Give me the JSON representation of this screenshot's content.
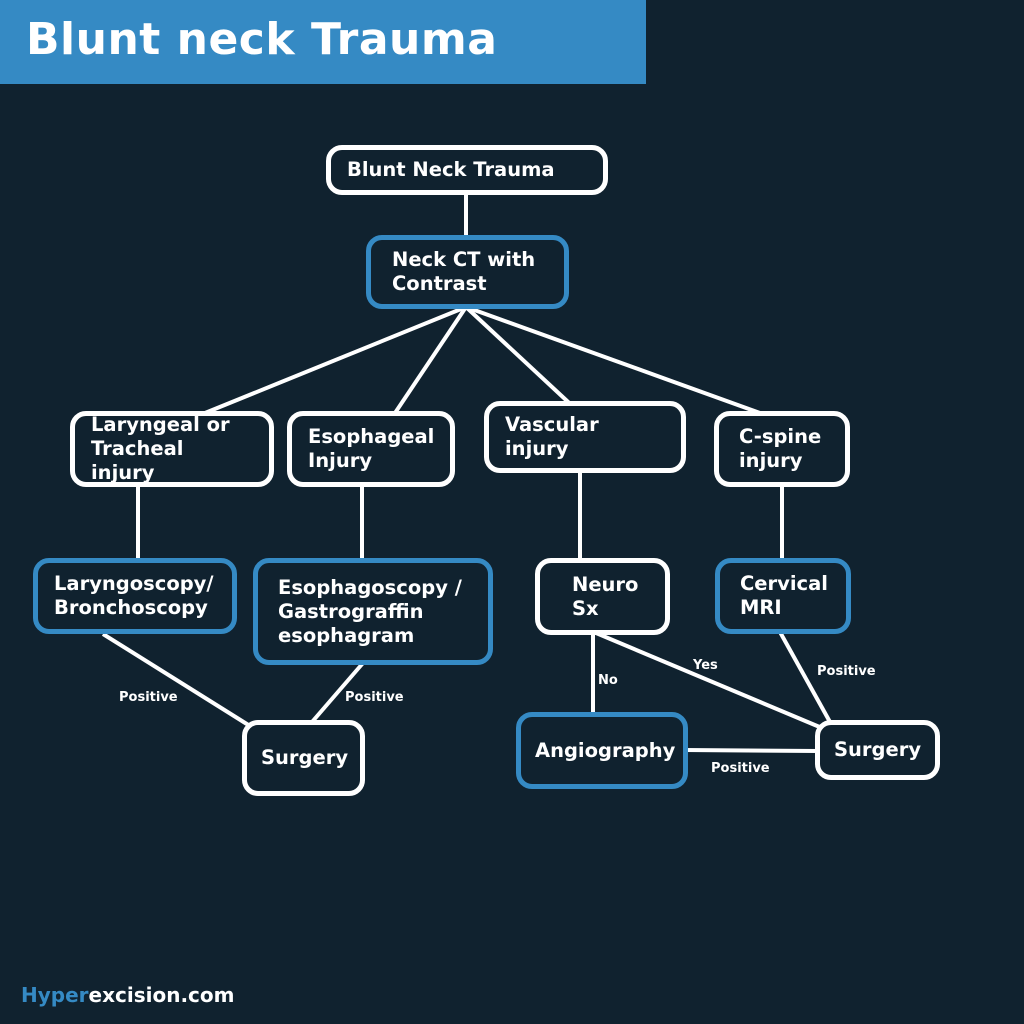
{
  "header": {
    "title": "Blunt neck Trauma"
  },
  "colors": {
    "background": "#10222f",
    "accent": "#358ac4",
    "node_border_white": "#ffffff"
  },
  "nodes": {
    "blunt_neck_trauma": "Blunt Neck Trauma",
    "neck_ct": "Neck CT with\nContrast",
    "laryngeal_tracheal": "Laryngeal or\nTracheal injury",
    "esophageal": "Esophageal\nInjury",
    "vascular": "Vascular injury",
    "cspine": "C-spine\ninjury",
    "laryngoscopy": "Laryngoscopy/\nBronchoscopy",
    "esophagoscopy": "Esophagoscopy /\nGastrograffin\n esophagram",
    "neuro_sx": "Neuro\nSx",
    "cervical_mri": "Cervical\nMRI",
    "surgery_left": "Surgery",
    "angiography": "Angiography",
    "surgery_right": "Surgery"
  },
  "edge_labels": {
    "laryngoscopy_positive": "Positive",
    "esophagoscopy_positive": "Positive",
    "neuro_no": "No",
    "neuro_yes": "Yes",
    "mri_positive": "Positive",
    "angio_positive": "Positive"
  },
  "footer": {
    "brand_part1": "Hyper",
    "brand_part2": "excision.com"
  }
}
